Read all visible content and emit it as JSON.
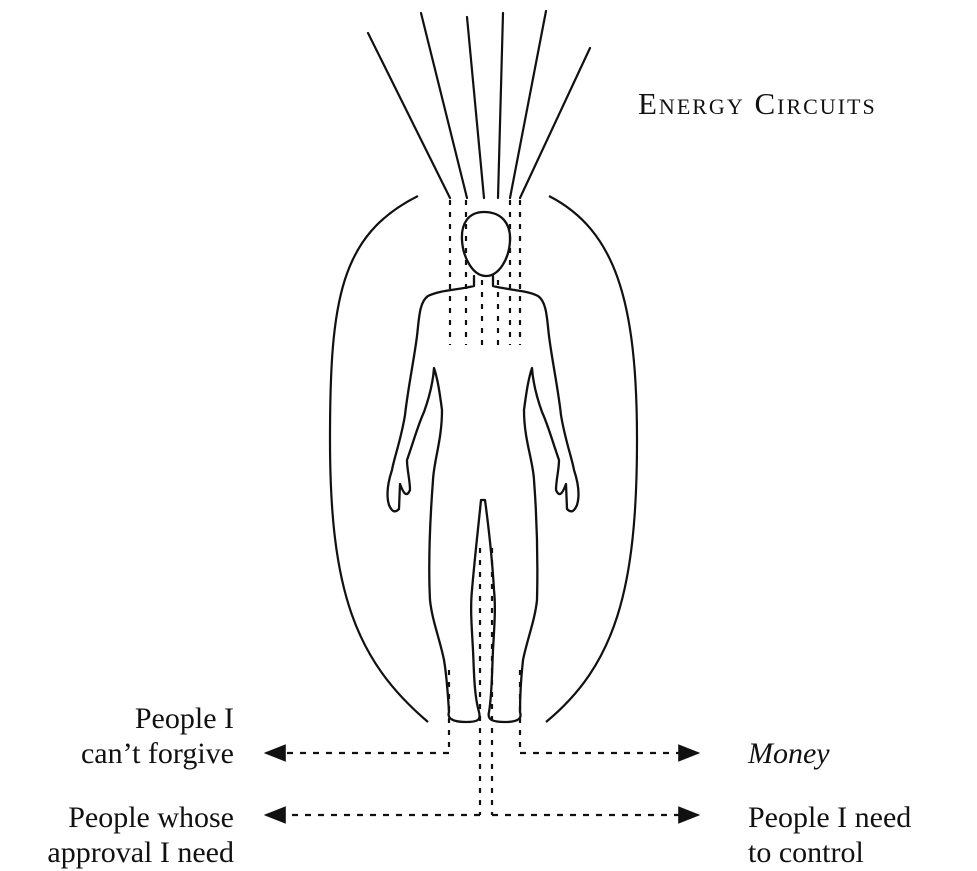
{
  "title": "Energy Circuits",
  "labels": {
    "forgive": [
      "People I",
      "can’t forgive"
    ],
    "approval": [
      "People whose",
      "approval I need"
    ],
    "money": "Money",
    "control": [
      "People I need",
      "to control"
    ]
  }
}
